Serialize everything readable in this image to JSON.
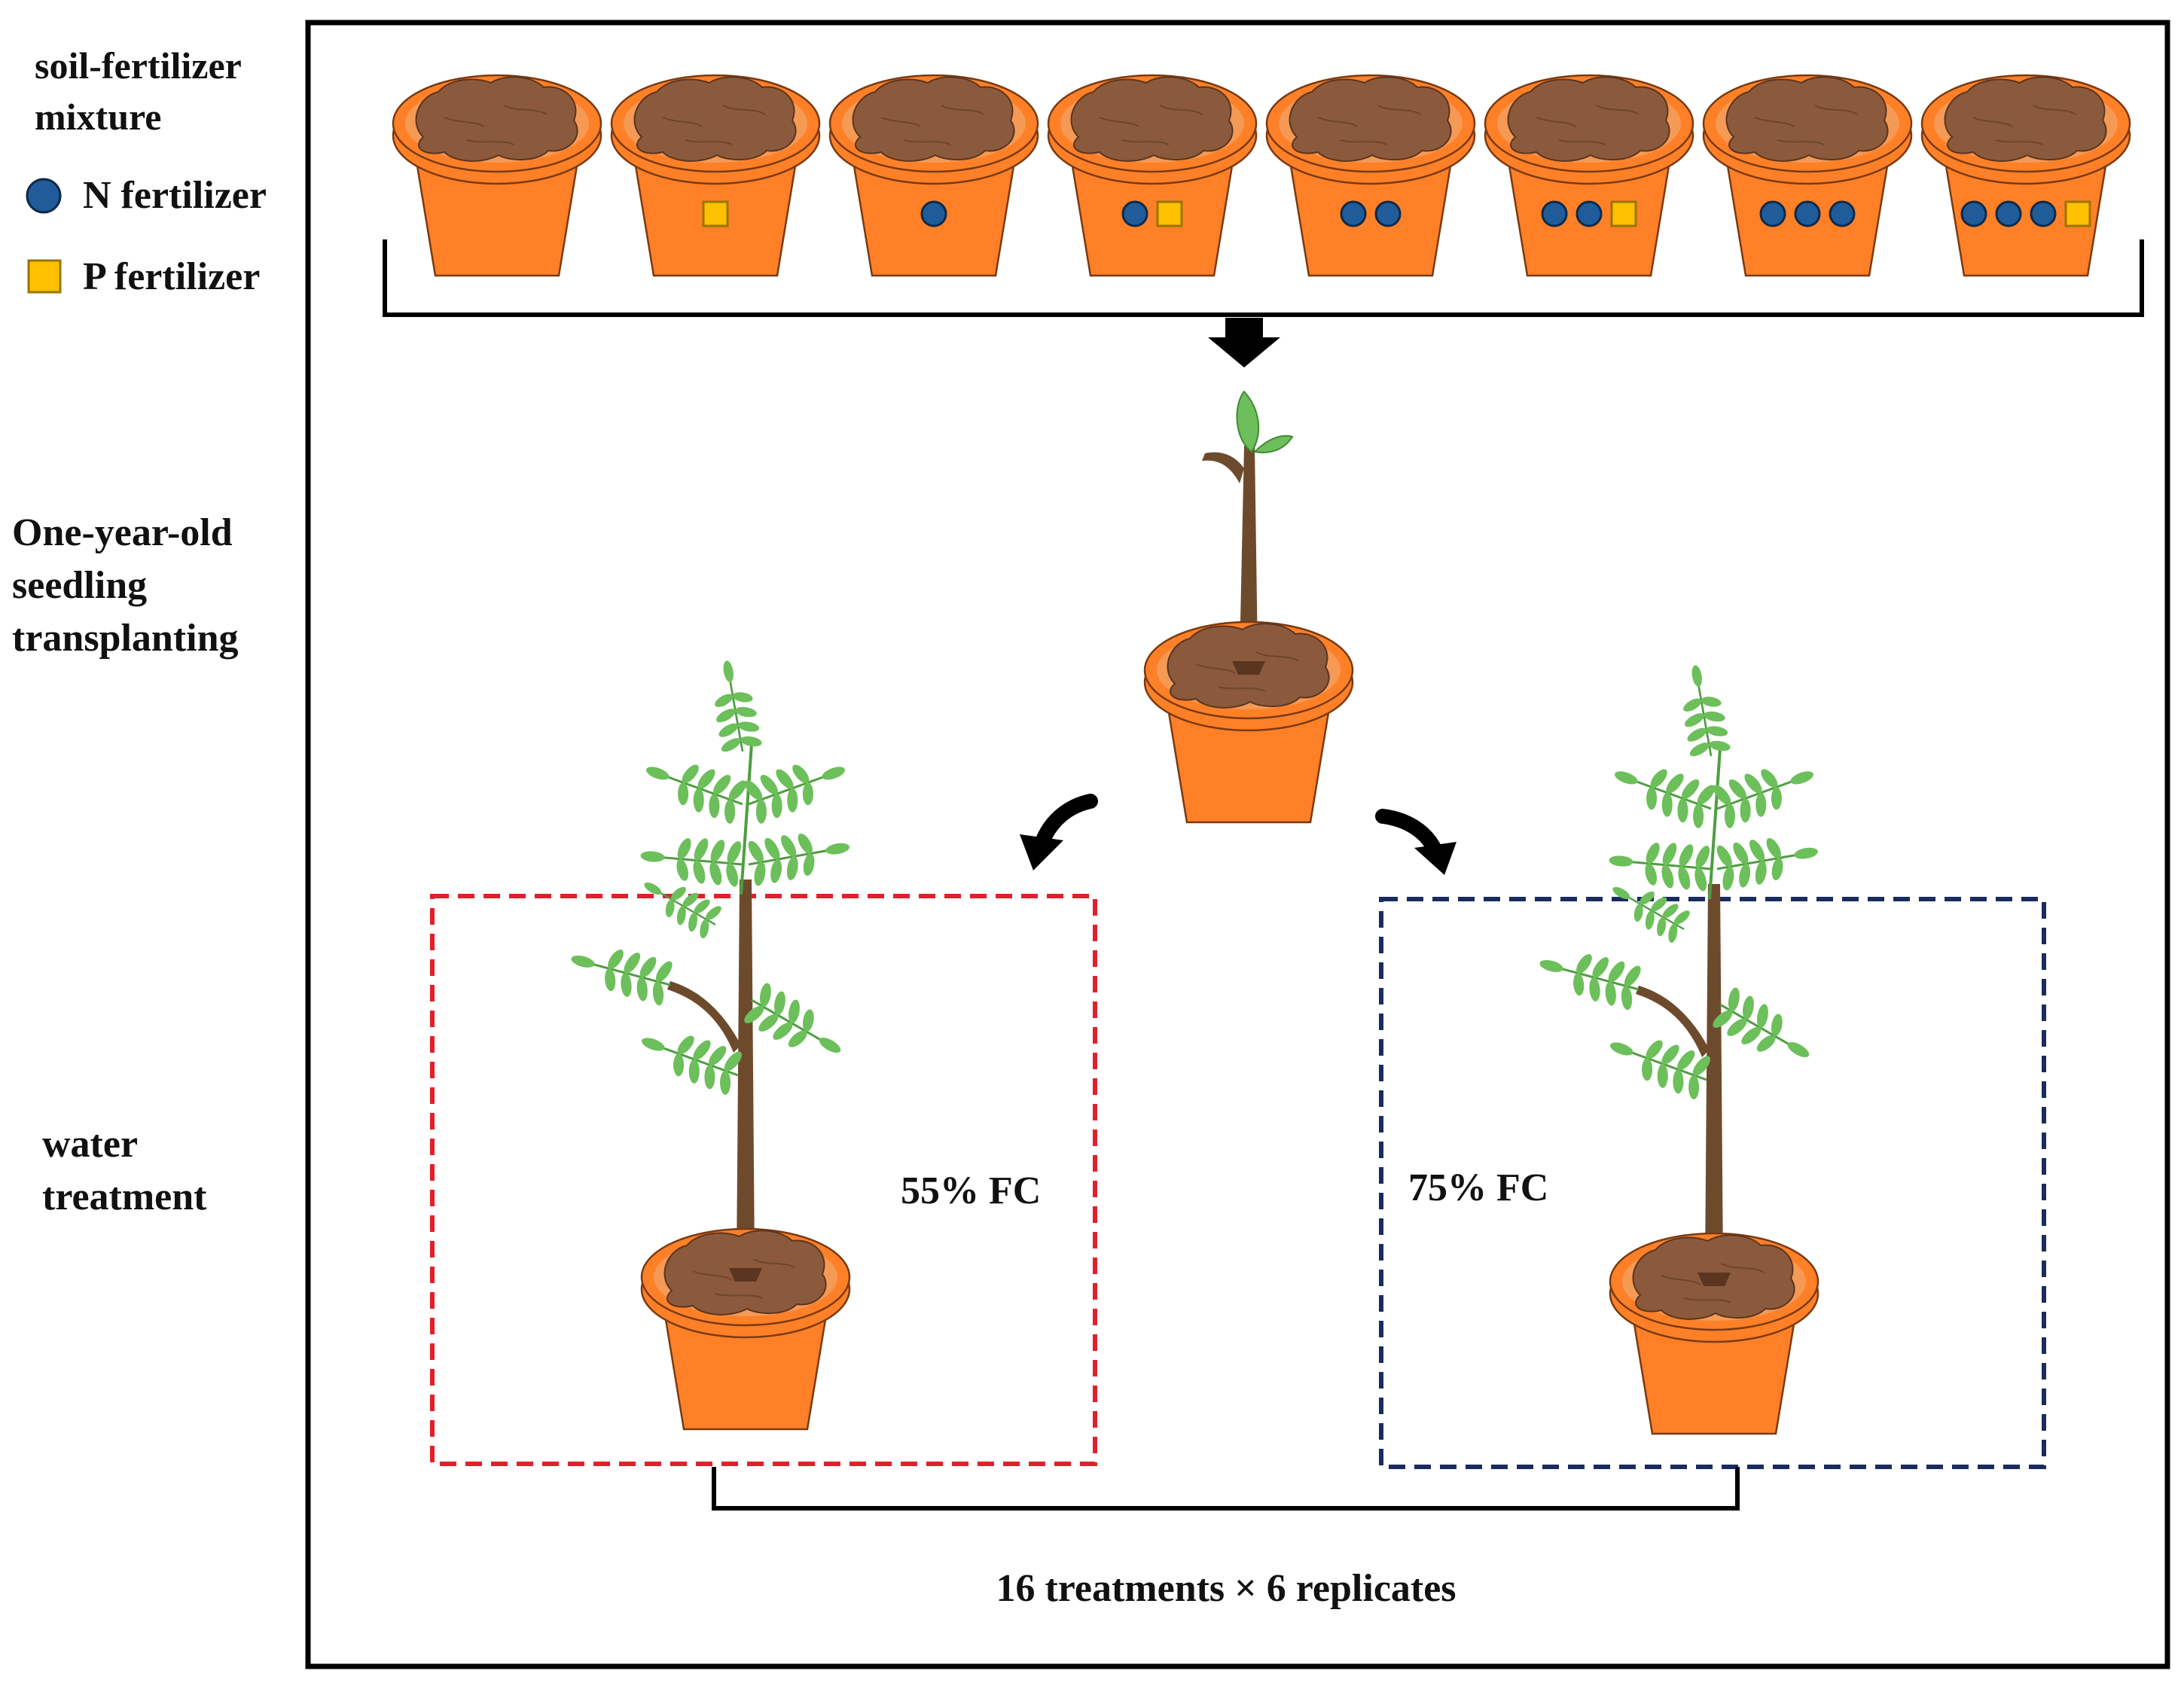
{
  "legend": {
    "mixture_label_line1": "soil-fertilizer",
    "mixture_label_line2": "mixture",
    "n_label": "N fertilizer",
    "p_label": "P fertilizer"
  },
  "stages": {
    "transplant_line1": "One-year-old",
    "transplant_line2": "seedling",
    "transplant_line3": "transplanting",
    "water_line1": "water",
    "water_line2": "treatment"
  },
  "treatments": {
    "low_label": "55% FC",
    "high_label": "75% FC",
    "summary": "16 treatments × 6 replicates"
  },
  "pots": [
    {
      "n": 0,
      "p": false
    },
    {
      "n": 0,
      "p": true
    },
    {
      "n": 1,
      "p": false
    },
    {
      "n": 1,
      "p": true
    },
    {
      "n": 2,
      "p": false
    },
    {
      "n": 2,
      "p": true
    },
    {
      "n": 3,
      "p": false
    },
    {
      "n": 3,
      "p": true
    }
  ],
  "colors": {
    "pot": "#ff8027",
    "rim_light": "#f59a55",
    "soil": "#8b5a3c",
    "n_fertilizer": "#1f5c99",
    "p_fertilizer": "#ffc000",
    "low_water_box": "#e0202a",
    "high_water_box": "#1a2c5e",
    "leaf": "#6cbf5a",
    "stem": "#6e4a2d"
  }
}
